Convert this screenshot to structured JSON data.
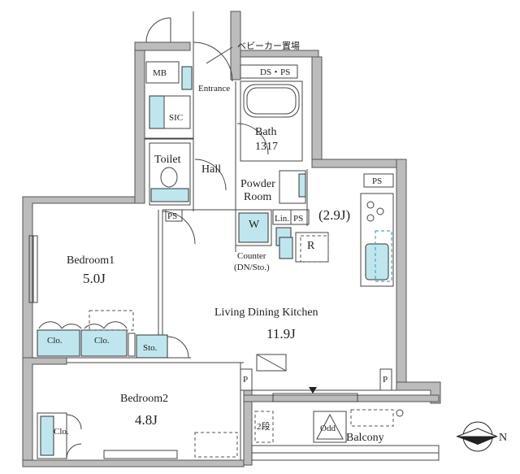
{
  "plan": {
    "labels": {
      "mb": "MB",
      "baby_car": "ベビーカー置場",
      "entrance": "Entrance",
      "ds_ps": "DS・PS",
      "sic": "SIC",
      "bath": "Bath",
      "bath_size": "1317",
      "toilet": "Toilet",
      "hall": "Hall",
      "powder1": "Powder",
      "powder2": "Room",
      "ps_kitchen": "PS",
      "ps_hall": "PS",
      "w": "W",
      "lin": "Lin.",
      "ps_small": "PS",
      "kitchen_size": "(2.9J)",
      "r": "R",
      "counter1": "Counter",
      "counter2": "(DN/Sto.)",
      "bedroom1": "Bedroom1",
      "bedroom1_size": "5.0J",
      "ldk": "Living Dining Kitchen",
      "ldk_size": "11.9J",
      "clo1": "Clo.",
      "clo2": "Clo.",
      "sto": "Sto.",
      "bedroom2": "Bedroom2",
      "bedroom2_size": "4.8J",
      "clo3": "Clo.",
      "p1": "P",
      "p2": "P",
      "stair": "2段",
      "odd": "Odd",
      "balcony": "Balcony",
      "north": "N"
    }
  }
}
